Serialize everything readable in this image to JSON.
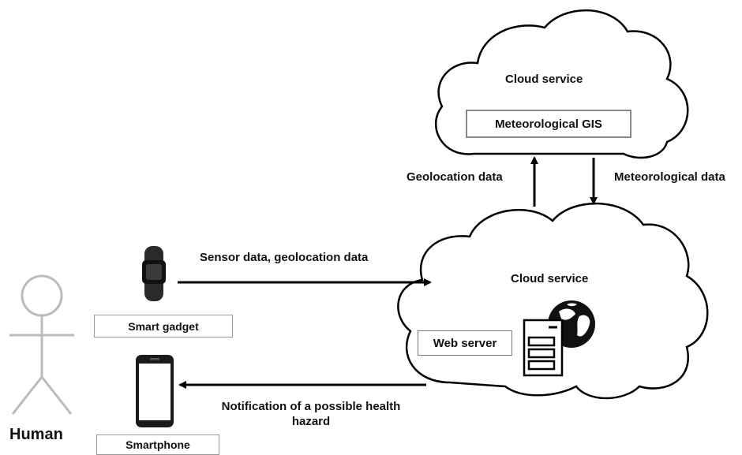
{
  "top_cloud": {
    "title": "Cloud service",
    "gis_label": "Meteorological GIS"
  },
  "main_cloud": {
    "title": "Cloud service",
    "web_server_label": "Web server"
  },
  "arrows": {
    "geolocation": "Geolocation data",
    "meteorological": "Meteorological data",
    "sensor": "Sensor data, geolocation data",
    "notification_line1": "Notification of a possible health",
    "notification_line2": "hazard"
  },
  "devices": {
    "smart_gadget": "Smart gadget",
    "smartphone": "Smartphone"
  },
  "human": {
    "label": "Human"
  },
  "icons": [
    "stick-figure-icon",
    "smartwatch-icon",
    "smartphone-icon",
    "server-icon",
    "globe-icon"
  ]
}
